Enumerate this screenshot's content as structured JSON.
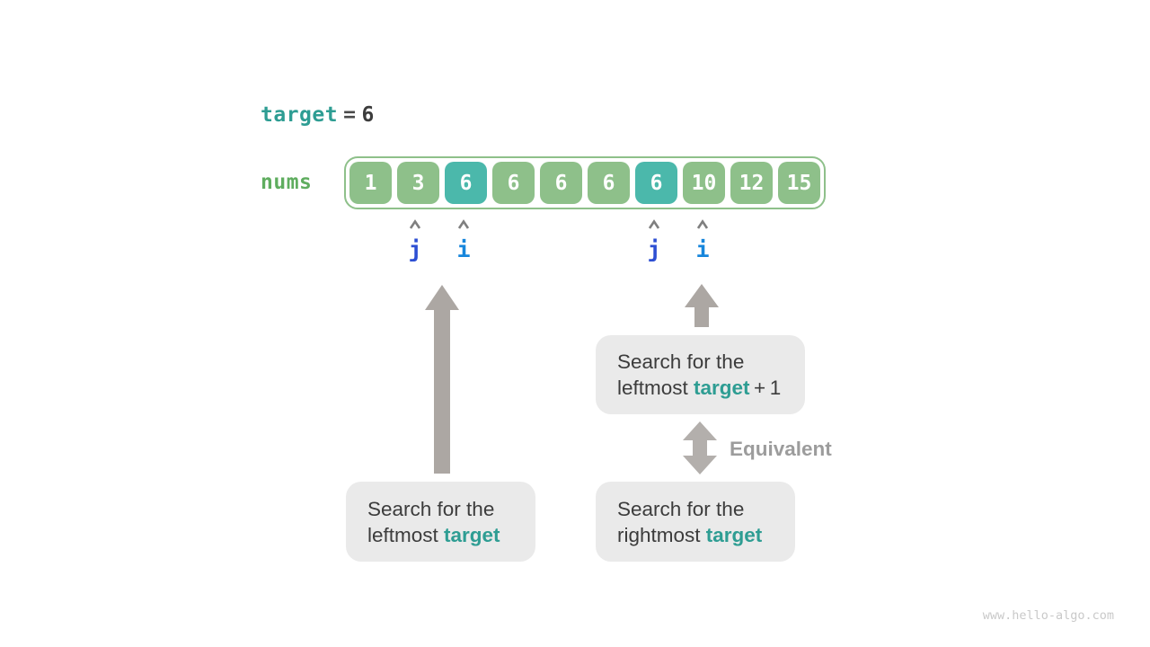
{
  "header": {
    "target_label": "target",
    "equals_sign": "=",
    "target_value": "6"
  },
  "array": {
    "label": "nums",
    "cells": [
      {
        "value": "1",
        "highlight": false
      },
      {
        "value": "3",
        "highlight": false
      },
      {
        "value": "6",
        "highlight": true
      },
      {
        "value": "6",
        "highlight": false
      },
      {
        "value": "6",
        "highlight": false
      },
      {
        "value": "6",
        "highlight": false
      },
      {
        "value": "6",
        "highlight": true
      },
      {
        "value": "10",
        "highlight": false
      },
      {
        "value": "12",
        "highlight": false
      },
      {
        "value": "15",
        "highlight": false
      }
    ]
  },
  "pointers": {
    "left_j": "j",
    "left_i": "i",
    "right_j": "j",
    "right_i": "i"
  },
  "annotations": {
    "left_box": {
      "line1": "Search for the",
      "line2_prefix": "leftmost ",
      "keyword": "target",
      "suffix": ""
    },
    "right_top_box": {
      "line1": "Search for the",
      "line2_prefix": "leftmost ",
      "keyword": "target",
      "suffix": " + 1"
    },
    "right_bottom_box": {
      "line1": "Search for the",
      "line2_prefix": "rightmost ",
      "keyword": "target",
      "suffix": ""
    },
    "equivalent_label": "Equivalent"
  },
  "footer": {
    "watermark": "www.hello-algo.com"
  },
  "colors": {
    "keyword_teal": "#2e9d93",
    "cell_highlight_teal": "#4bb8ab",
    "cell_green": "#8ec08a",
    "nums_label_green": "#5fad5f",
    "pointer_j_blue": "#2d4fd3",
    "pointer_i_blue": "#1786dc",
    "arrow_gray": "#aca7a3",
    "note_box_gray": "#eaeaea",
    "text_dark": "#3c3c3c",
    "equivalent_gray": "#9c9c9c",
    "watermark_gray": "#c9c9c9"
  }
}
